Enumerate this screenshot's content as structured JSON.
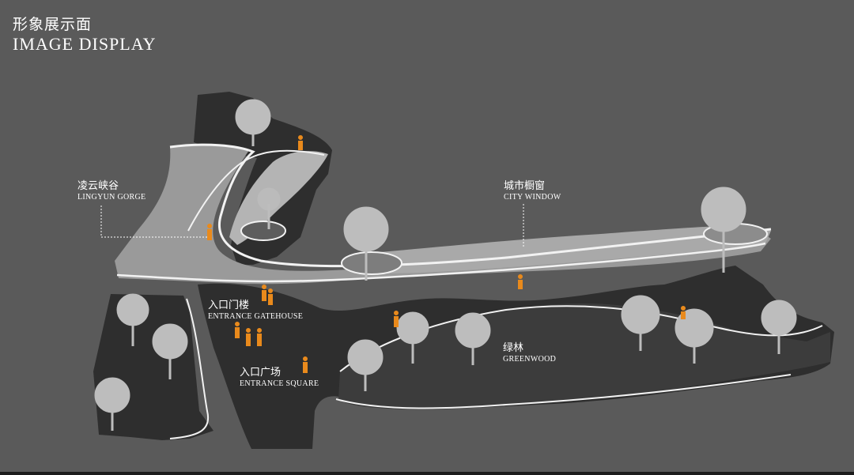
{
  "header": {
    "title_cn": "形象展示面",
    "title_en": "IMAGE DISPLAY"
  },
  "labels": {
    "lingyun_gorge": {
      "cn": "凌云峡谷",
      "en": "LINGYUN GORGE"
    },
    "city_window": {
      "cn": "城市橱窗",
      "en": "CITY WINDOW"
    },
    "entrance_gatehouse": {
      "cn": "入口门楼",
      "en": "ENTRANCE GATEHOUSE"
    },
    "greenwood": {
      "cn": "绿林",
      "en": "GREENWOOD"
    },
    "entrance_square": {
      "cn": "入口广场",
      "en": "ENTRANCE SQUARE"
    }
  },
  "colors": {
    "background": "#5a5a5a",
    "ground": "#2e2e2e",
    "walkway": "#a4a4a4",
    "edge": "#f2f2f2",
    "people": "#e98a1c",
    "trees": "#bdbdbd"
  }
}
